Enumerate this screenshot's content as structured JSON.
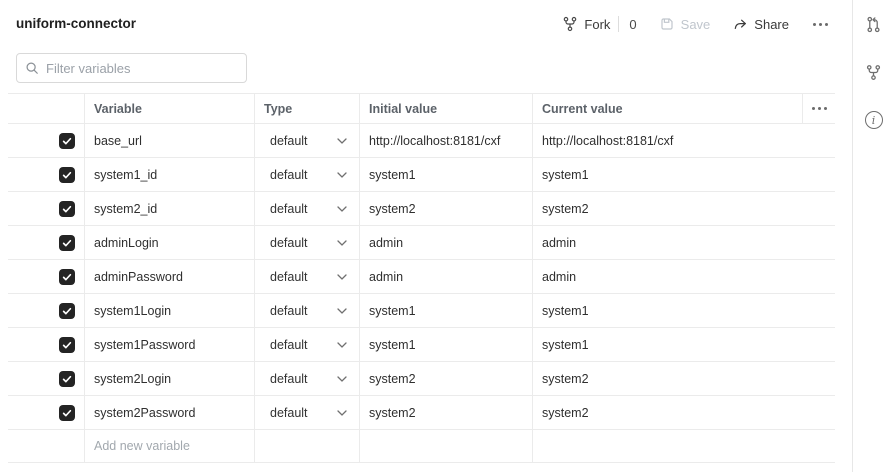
{
  "window": {
    "title": "uniform-connector"
  },
  "toolbar": {
    "fork_label": "Fork",
    "fork_count": "0",
    "save_label": "Save",
    "share_label": "Share"
  },
  "filter": {
    "placeholder": "Filter variables"
  },
  "table": {
    "columns": {
      "variable": "Variable",
      "type": "Type",
      "initial": "Initial value",
      "current": "Current value"
    },
    "rows": [
      {
        "checked": true,
        "variable": "base_url",
        "type": "default",
        "initial": "http://localhost:8181/cxf",
        "current": "http://localhost:8181/cxf"
      },
      {
        "checked": true,
        "variable": "system1_id",
        "type": "default",
        "initial": "system1",
        "current": "system1"
      },
      {
        "checked": true,
        "variable": "system2_id",
        "type": "default",
        "initial": "system2",
        "current": "system2"
      },
      {
        "checked": true,
        "variable": "adminLogin",
        "type": "default",
        "initial": "admin",
        "current": "admin"
      },
      {
        "checked": true,
        "variable": "adminPassword",
        "type": "default",
        "initial": "admin",
        "current": "admin"
      },
      {
        "checked": true,
        "variable": "system1Login",
        "type": "default",
        "initial": "system1",
        "current": "system1"
      },
      {
        "checked": true,
        "variable": "system1Password",
        "type": "default",
        "initial": "system1",
        "current": "system1"
      },
      {
        "checked": true,
        "variable": "system2Login",
        "type": "default",
        "initial": "system2",
        "current": "system2"
      },
      {
        "checked": true,
        "variable": "system2Password",
        "type": "default",
        "initial": "system2",
        "current": "system2"
      }
    ],
    "add_placeholder": "Add new variable"
  },
  "icons": {
    "search": "magnifier",
    "fork": "git-fork",
    "save": "floppy-disk",
    "share": "curved-arrow-right",
    "more": "three-dots-horizontal",
    "rail_top": "pull-request-arrow",
    "rail_middle": "git-fork",
    "rail_bottom": "info-circle"
  },
  "colors": {
    "checkbox": "#242424",
    "border": "#ebebeb",
    "header_text": "#5c6269",
    "body_text": "#2f2f2f",
    "muted_text": "#a2a8ae",
    "disabled_text": "#c0c6cd",
    "icon": "#4a4a4a"
  }
}
